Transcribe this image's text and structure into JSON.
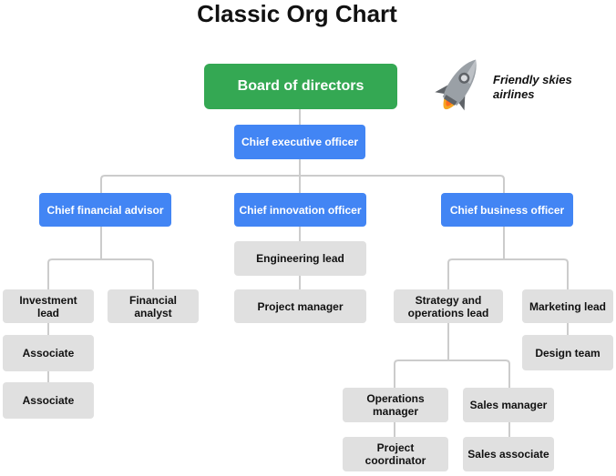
{
  "title": "Classic Org Chart",
  "brand": {
    "line1": "Friendly skies",
    "line2": "airlines",
    "logo_icon": "rocket-icon"
  },
  "colors": {
    "board": "#34a853",
    "executive": "#4285f4",
    "staff": "#e0e0e0",
    "connector": "#cccccc"
  },
  "nodes": {
    "board": "Board of directors",
    "ceo": "Chief executive officer",
    "cfa": "Chief financial advisor",
    "cio": "Chief innovation officer",
    "cbo": "Chief business officer",
    "investment_lead_1": "Investment",
    "investment_lead_2": "lead",
    "financial_analyst_1": "Financial",
    "financial_analyst_2": "analyst",
    "associate_1": "Associate",
    "associate_2": "Associate",
    "engineering_lead": "Engineering lead",
    "project_manager": "Project manager",
    "strategy_1": "Strategy and",
    "strategy_2": "operations lead",
    "marketing_lead": "Marketing lead",
    "design_team": "Design team",
    "ops_manager_1": "Operations",
    "ops_manager_2": "manager",
    "sales_manager": "Sales manager",
    "project_coordinator_1": "Project",
    "project_coordinator_2": "coordinator",
    "sales_associate": "Sales associate"
  }
}
